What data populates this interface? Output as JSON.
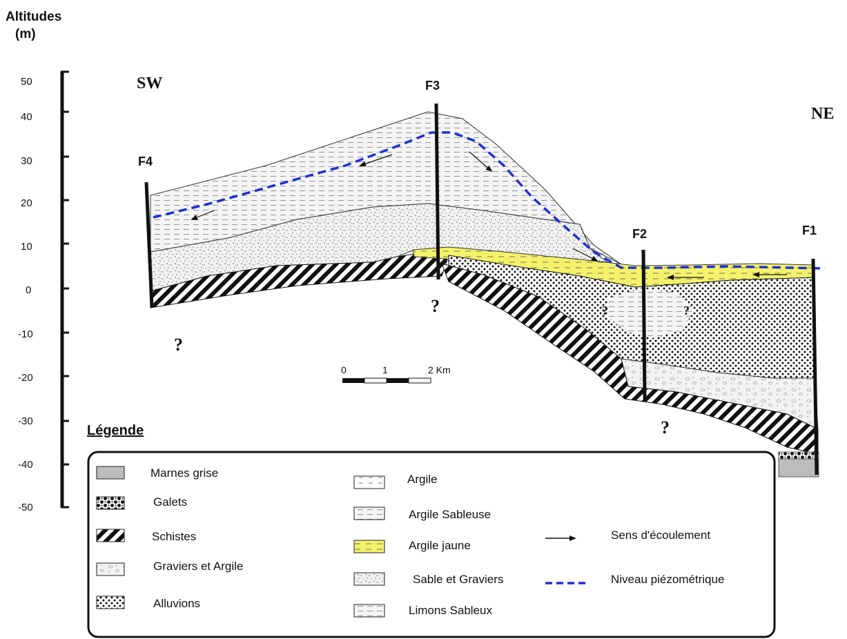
{
  "axis": {
    "title_line1": "Altitudes",
    "title_line2": "(m)",
    "ticks": [
      "50",
      "40",
      "30",
      "20",
      "10",
      "0",
      "-10",
      "-20",
      "-30",
      "-40",
      "-50"
    ]
  },
  "directions": {
    "left": "SW",
    "right": "NE"
  },
  "wells": {
    "f1": "F1",
    "f2": "F2",
    "f3": "F3",
    "f4": "F4"
  },
  "unknown_mark": "?",
  "scale_bar": {
    "label_0": "0",
    "label_1": "1",
    "label_2": "2 Km"
  },
  "legend": {
    "title": "Légende",
    "left_items": [
      "Marnes grise",
      "Galets",
      "Schistes",
      "Graviers et Argile",
      "Alluvions"
    ],
    "middle_items": [
      "Argile",
      "Argile Sableuse",
      "Argile jaune",
      "Sable et Graviers",
      "Limons Sableux"
    ],
    "right_items": [
      "Sens d'écoulement",
      "Niveau piézométrique"
    ]
  },
  "colors": {
    "yellow_clay": "#f4f26a",
    "piezometric_line": "#1f2fd6",
    "outline": "#111111"
  }
}
